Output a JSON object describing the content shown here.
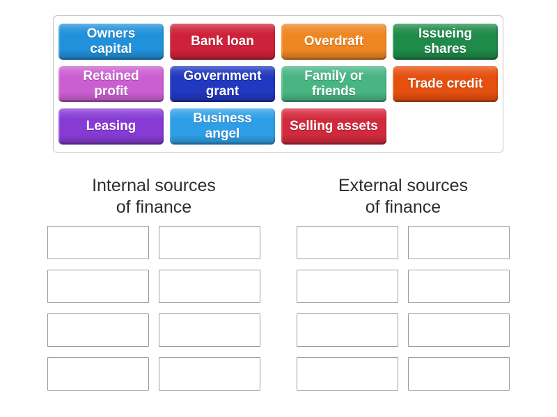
{
  "activity": {
    "type": "group-sort",
    "background_color": "#ffffff",
    "panel_border_color": "#c3c3c3",
    "slot_border_color": "#9b9b9b"
  },
  "tile_bank": {
    "tiles": [
      {
        "label": "Owners\ncapital",
        "color": "#2191dc"
      },
      {
        "label": "Bank loan",
        "color": "#cd2239"
      },
      {
        "label": "Overdraft",
        "color": "#ee8722"
      },
      {
        "label": "Issueing\nshares",
        "color": "#1f8b4a"
      },
      {
        "label": "Retained\nprofit",
        "color": "#cb5fd1"
      },
      {
        "label": "Government\ngrant",
        "color": "#2138c0"
      },
      {
        "label": "Family or\nfriends",
        "color": "#49b583"
      },
      {
        "label": "Trade credit",
        "color": "#e5500f"
      },
      {
        "label": "Leasing",
        "color": "#873bd4"
      },
      {
        "label": "Business\nangel",
        "color": "#2e9fe6"
      },
      {
        "label": "Selling assets",
        "color": "#d22a3d"
      }
    ]
  },
  "groups": [
    {
      "title": "Internal sources\nof finance",
      "slot_count": 8
    },
    {
      "title": "External sources\nof finance",
      "slot_count": 8
    }
  ]
}
